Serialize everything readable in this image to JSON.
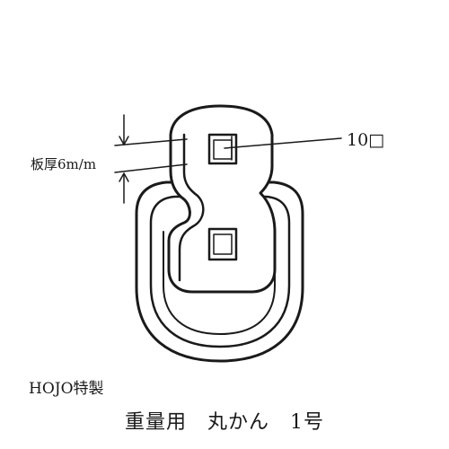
{
  "drawing": {
    "size_callout": "10□",
    "thickness_label": "板厚6m/m",
    "maker_label": "HOJO特製",
    "product_title": "重量用　丸かん　1号"
  },
  "colors": {
    "ink": "#1a1a1a",
    "paper": "#ffffff"
  }
}
